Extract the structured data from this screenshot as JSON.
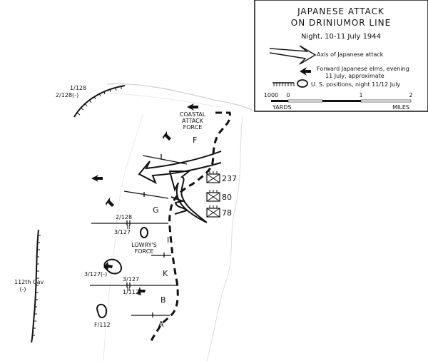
{
  "legend": {
    "title_line1": "JAPANESE ATTACK",
    "title_line2": "ON DRINIUMOR LINE",
    "subtitle": "Night, 10-11 July 1944",
    "item_axis": "Axis of Japanese attack",
    "item_forward_line1": "Forward Japanese elms, evening",
    "item_forward_line2": "11 July, approximate",
    "item_us_positions": "U. S. positions, night 11/12 July",
    "scale": {
      "yards_left": "1000",
      "yards_zero": "0",
      "miles_one": "1",
      "miles_two": "2",
      "yards_label": "YARDS",
      "miles_label": "MILES"
    }
  },
  "labels": {
    "unit_1_128": "1/128",
    "unit_2_128_minus": "2/128(-)",
    "coastal_line1": "COASTAL",
    "coastal_line2": "ATTACK",
    "coastal_line3": "FORCE",
    "sector_f": "F",
    "sector_g": "G",
    "sector_i": "I",
    "sector_k": "K",
    "sector_b": "B",
    "sector_a": "A",
    "unit_237": "237",
    "unit_80": "80",
    "unit_78": "78",
    "boundary_2_128": "2/128",
    "boundary_ii_1": "II",
    "unit_3_127": "3/127",
    "lowrys_line1": "LOWRY'S",
    "lowrys_line2": "FORCE",
    "unit_3_127_minus": "3/127(-)",
    "unit_3_127_b": "3/127",
    "boundary_ii_2": "II",
    "unit_1_112": "1/112",
    "unit_f_112": "F/112",
    "cav_line1": "112th Cav",
    "cav_line2": "(-)"
  }
}
